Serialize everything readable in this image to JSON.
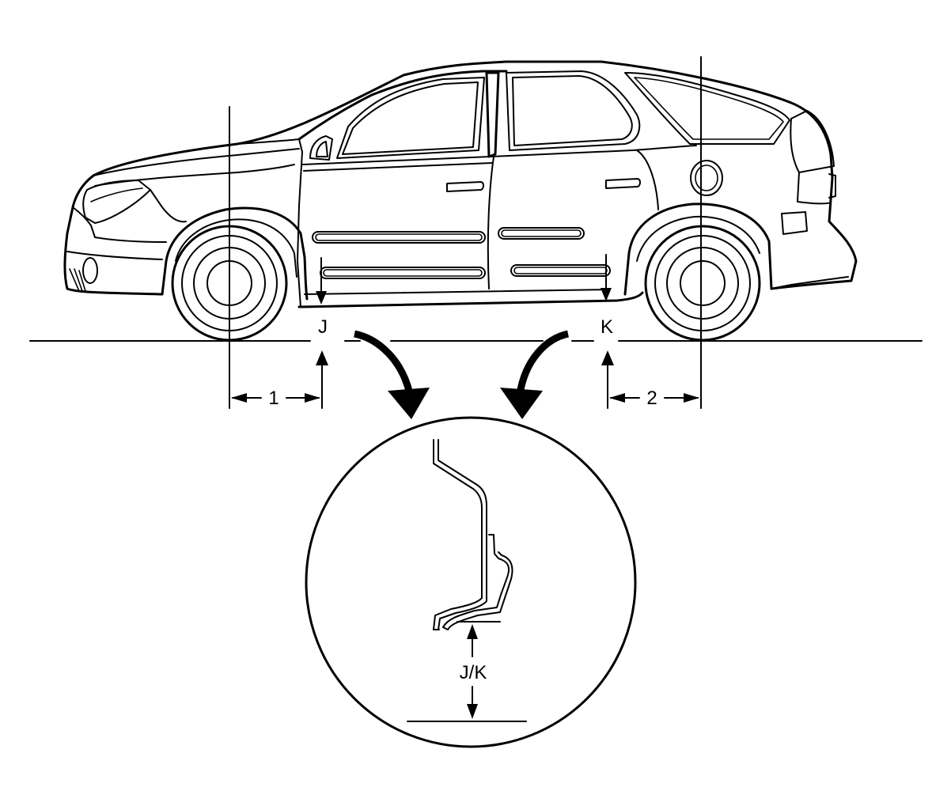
{
  "labels": {
    "point_j": "J",
    "point_k": "K",
    "dim_1": "1",
    "dim_2": "2",
    "detail_jk": "J/K"
  },
  "colors": {
    "line": "#000000",
    "background": "#ffffff"
  }
}
